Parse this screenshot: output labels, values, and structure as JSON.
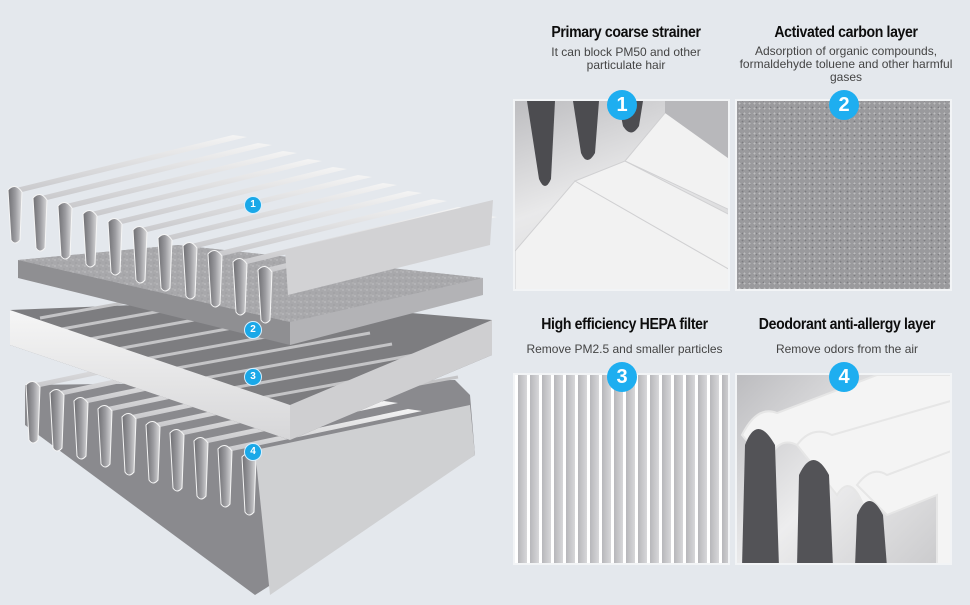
{
  "accent_color": "#1eaef0",
  "layers": [
    {
      "number": "1",
      "title": "Primary coarse strainer",
      "description": "It can block PM50 and other particulate hair",
      "icon": "pleated-mesh-image"
    },
    {
      "number": "2",
      "title": "Activated carbon layer",
      "description": "Adsorption of organic compounds, formaldehyde toluene and other harmful gases",
      "icon": "carbon-texture-image"
    },
    {
      "number": "3",
      "title": "High efficiency HEPA filter",
      "description": "Remove PM2.5 and smaller particles",
      "icon": "hepa-pleats-image"
    },
    {
      "number": "4",
      "title": "Deodorant anti-allergy layer",
      "description": "Remove odors from the air",
      "icon": "deodorant-pleats-image"
    }
  ]
}
